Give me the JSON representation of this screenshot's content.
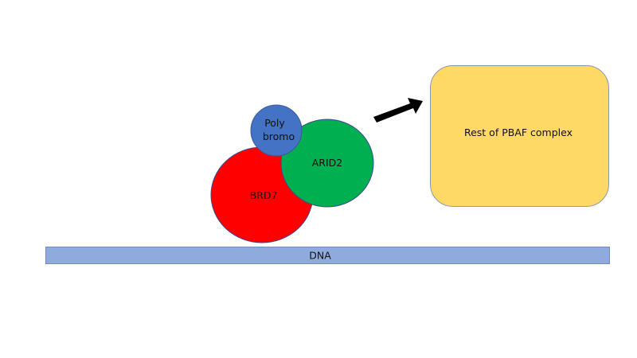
{
  "diagram": {
    "dna": {
      "label": "DNA",
      "fill": "#8faadc",
      "stroke": "#6f8ac0"
    },
    "brd7": {
      "label": "BRD7",
      "fill": "#ff0000",
      "stroke": "#3a4a8a"
    },
    "arid2": {
      "label": "ARID2",
      "fill": "#00b050",
      "stroke": "#3a4a8a"
    },
    "polybromo": {
      "label_line1": "Poly",
      "label_line2": "bromo",
      "fill": "#4472c4",
      "stroke": "#3a5a9a"
    },
    "pbaf": {
      "label": "Rest of PBAF complex",
      "fill": "#ffd966",
      "stroke": "#8a96a8"
    },
    "arrow": {
      "fill": "#000000",
      "direction": "toward-pbaf-complex"
    }
  }
}
